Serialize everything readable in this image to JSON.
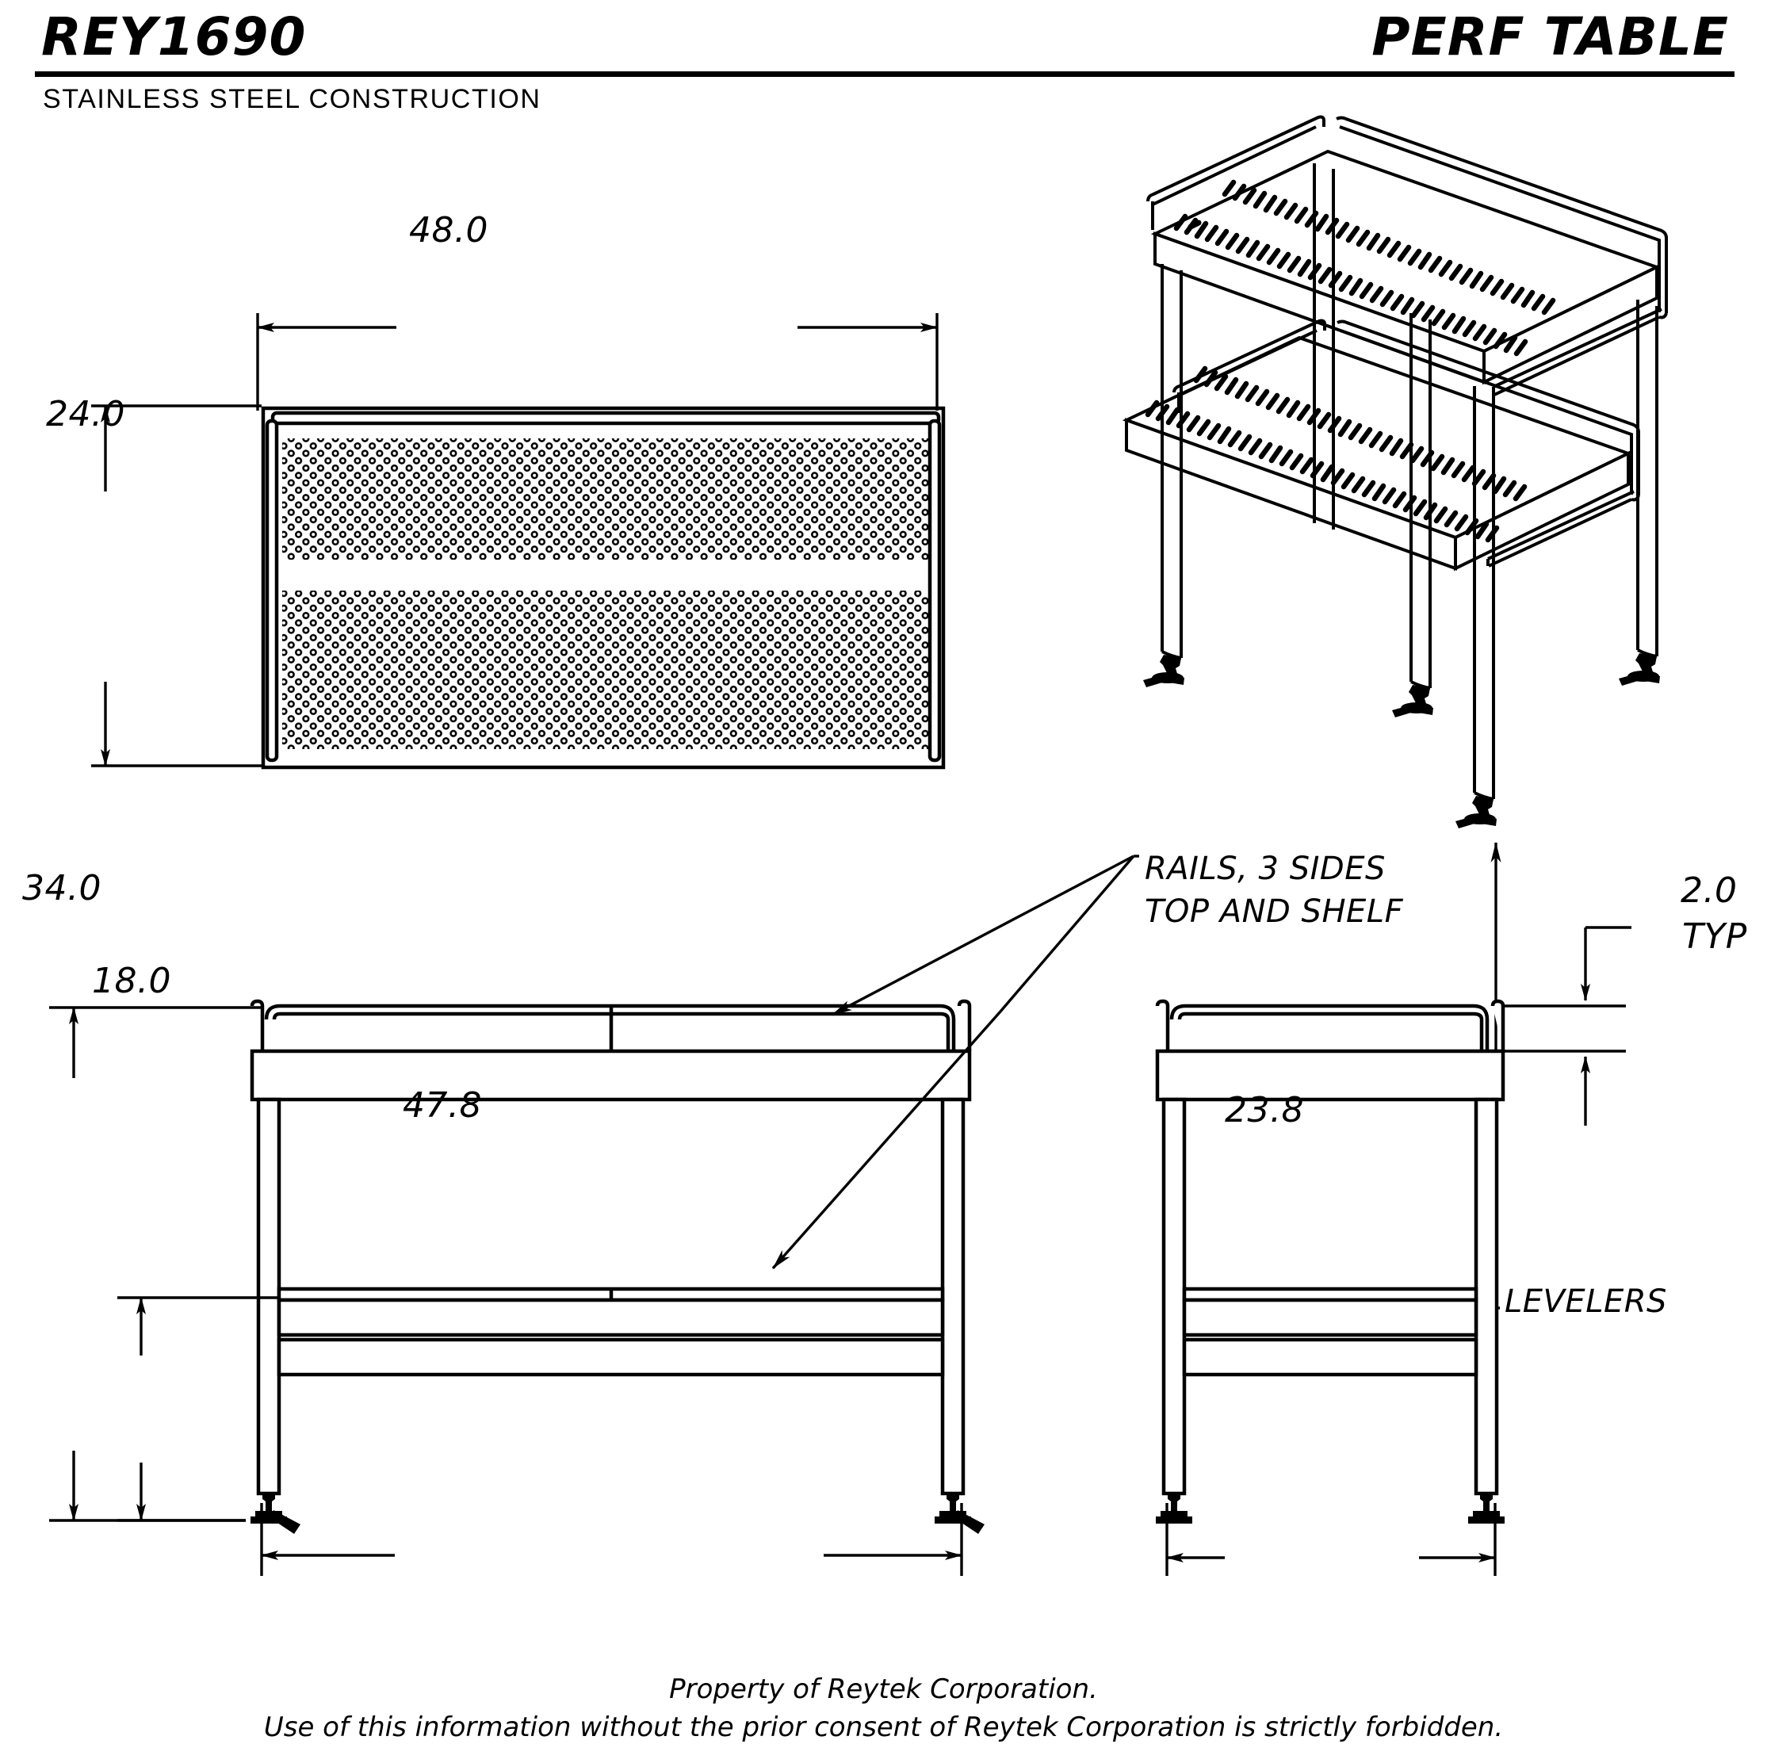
{
  "header": {
    "model": "REY1690",
    "product": "PERF TABLE",
    "subtitle": "STAINLESS STEEL CONSTRUCTION"
  },
  "views": {
    "top_view": {
      "name": "top-view",
      "width_dim": "48.0",
      "depth_dim": "24.0"
    },
    "iso_view": {
      "name": "isometric-view",
      "callout": "LEVELERS"
    },
    "front_view": {
      "name": "front-elevation",
      "height_dim": "34.0",
      "shelf_height_dim": "18.0",
      "width_dim": "47.8"
    },
    "side_view": {
      "name": "side-elevation",
      "depth_dim": "23.8",
      "rail_dim": "2.0",
      "rail_dim_note": "TYP"
    }
  },
  "annotations": {
    "rails_line1": "RAILS, 3 SIDES",
    "rails_line2": "TOP AND SHELF",
    "levelers": "LEVELERS"
  },
  "footer": {
    "line1": "Property of Reytek Corporation.",
    "line2": "Use of this information without the prior consent of Reytek Corporation is strictly forbidden."
  },
  "colors": {
    "ink": "#000000",
    "paper": "#ffffff"
  }
}
